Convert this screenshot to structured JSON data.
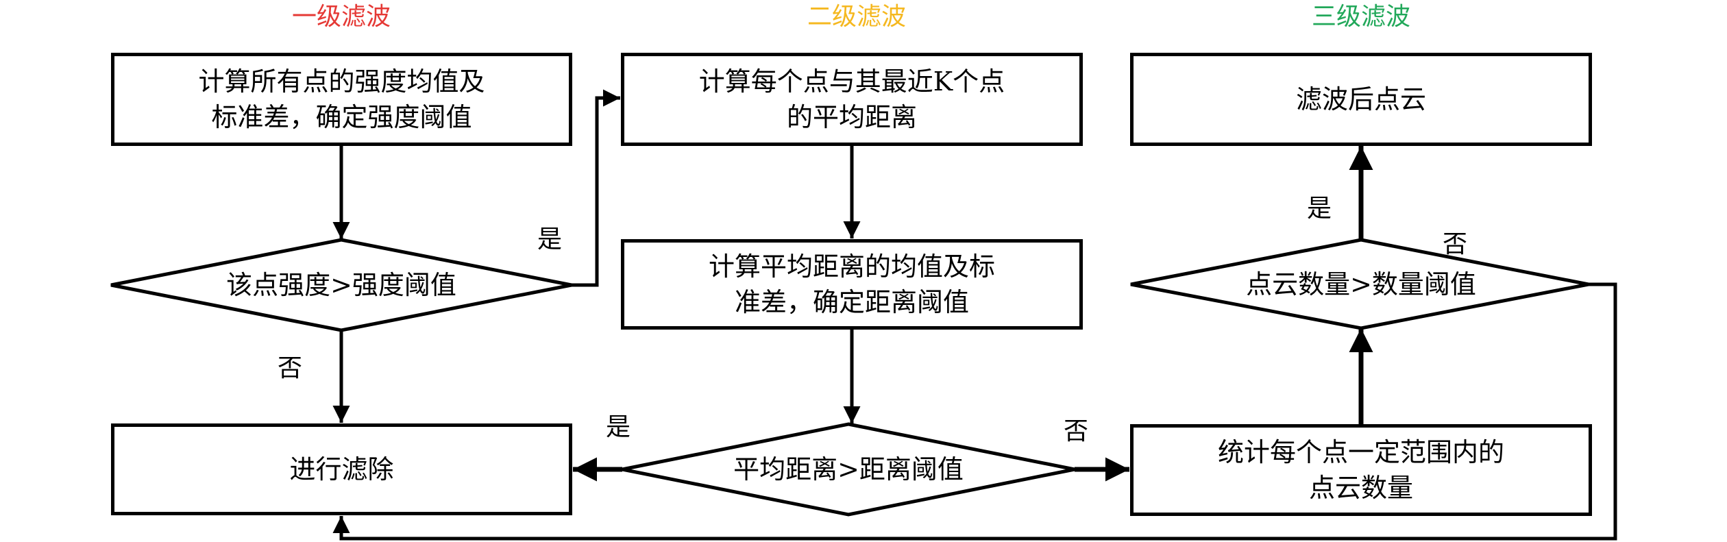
{
  "stages": [
    {
      "title": "一级滤波",
      "color": "#e53935"
    },
    {
      "title": "二级滤波",
      "color": "#f5b820"
    },
    {
      "title": "三级滤波",
      "color": "#22a85a"
    }
  ],
  "nodes": {
    "compute_intensity": {
      "line1": "计算所有点的强度均值及",
      "line2": "标准差，确定强度阈值"
    },
    "intensity_decision": {
      "text": "该点强度>强度阈值"
    },
    "remove": {
      "text": "进行滤除"
    },
    "compute_knn": {
      "line1": "计算每个点与其最近K个点",
      "line2": "的平均距离"
    },
    "compute_distance": {
      "line1": "计算平均距离的均值及标",
      "line2": "准差，确定距离阈值"
    },
    "distance_decision": {
      "text": "平均距离>距离阈值"
    },
    "filtered_cloud": {
      "text": "滤波后点云"
    },
    "count_decision": {
      "text": "点云数量>数量阈值"
    },
    "count_points": {
      "line1": "统计每个点一定范围内的",
      "line2": "点云数量"
    }
  },
  "edge_labels": {
    "intensity_yes": "是",
    "intensity_no": "否",
    "distance_yes": "是",
    "distance_no": "否",
    "count_yes": "是",
    "count_no": "否"
  }
}
